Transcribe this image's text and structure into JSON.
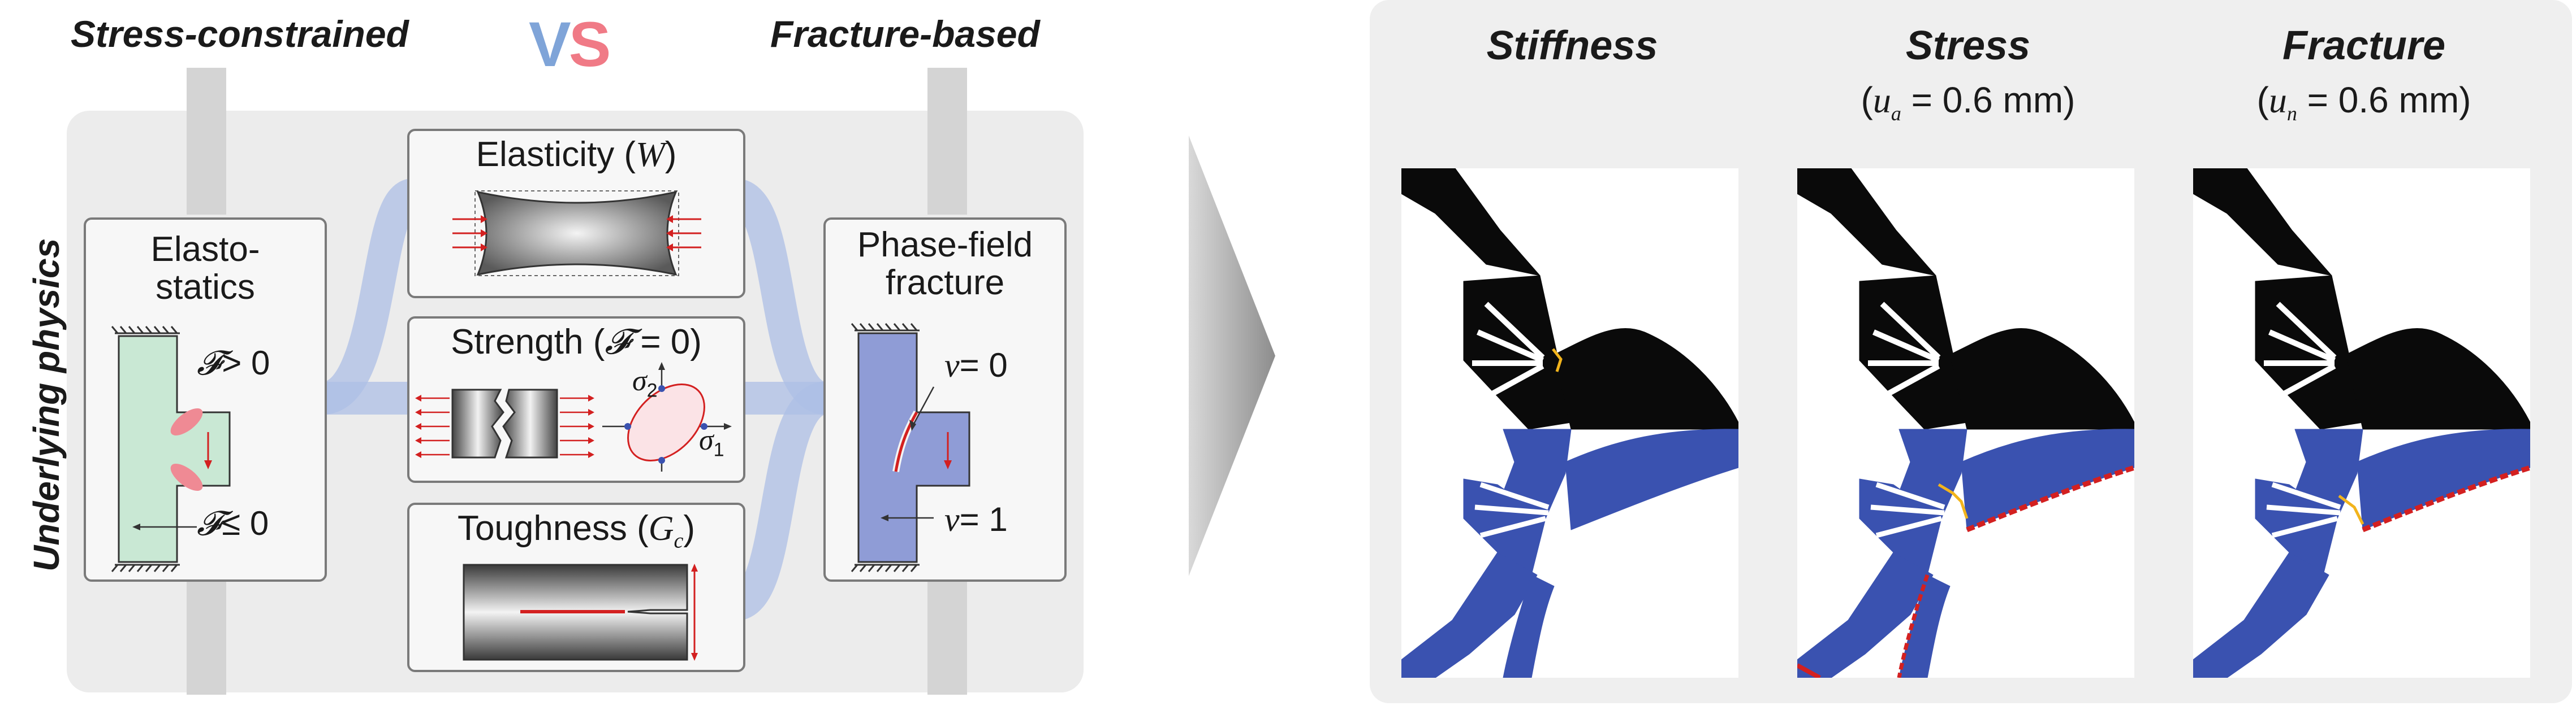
{
  "headers": {
    "left": "Stress-constrained",
    "vs_v": "V",
    "vs_s": "S",
    "right": "Fracture-based"
  },
  "side_label": "Underlying physics",
  "boxes": {
    "elastostatics": {
      "line1": "Elasto-",
      "line2": "statics",
      "f_pos": "> 0",
      "f_neg": "≤ 0",
      "f_symbol": "𝓕"
    },
    "elasticity": {
      "label": "Elasticity (",
      "symbol": "W",
      "close": ")"
    },
    "strength": {
      "label": "Strength (",
      "symbol": "𝓕",
      "eq": " = 0)",
      "sigma1": "σ",
      "sigma1_sub": "1",
      "sigma2": "σ",
      "sigma2_sub": "2"
    },
    "toughness": {
      "label": "Toughness (",
      "symbol": "G",
      "sub": "c",
      "close": ")"
    },
    "phasefield": {
      "line1": "Phase-field",
      "line2": "fracture",
      "v0": "= 0",
      "v1": "= 1",
      "v_symbol": "v"
    }
  },
  "results": [
    {
      "title": "Stiffness",
      "sub_open": "",
      "sub_symbol": "",
      "sub_index": "",
      "sub_rest": ""
    },
    {
      "title": "Stress",
      "sub_open": "(",
      "sub_symbol": "u",
      "sub_index": "a",
      "sub_rest": " = 0.6 mm)"
    },
    {
      "title": "Fracture",
      "sub_open": "(",
      "sub_symbol": "u",
      "sub_index": "n",
      "sub_rest": " = 0.6 mm)"
    }
  ],
  "colors": {
    "structure_black": "#0a0a0a",
    "structure_blue": "#3a52b0",
    "crack_yellow": "#f2b41c",
    "damage_red": "#d32020",
    "flow_blue": "#aebfe6",
    "grey_bg": "#eeeeee",
    "right_bg": "#efefef",
    "green_fill": "#c9e8d4",
    "pf_fill": "#8f9cd6",
    "arrow_grey": "#9a9a9a",
    "post_grey": "#d4d4d4"
  }
}
